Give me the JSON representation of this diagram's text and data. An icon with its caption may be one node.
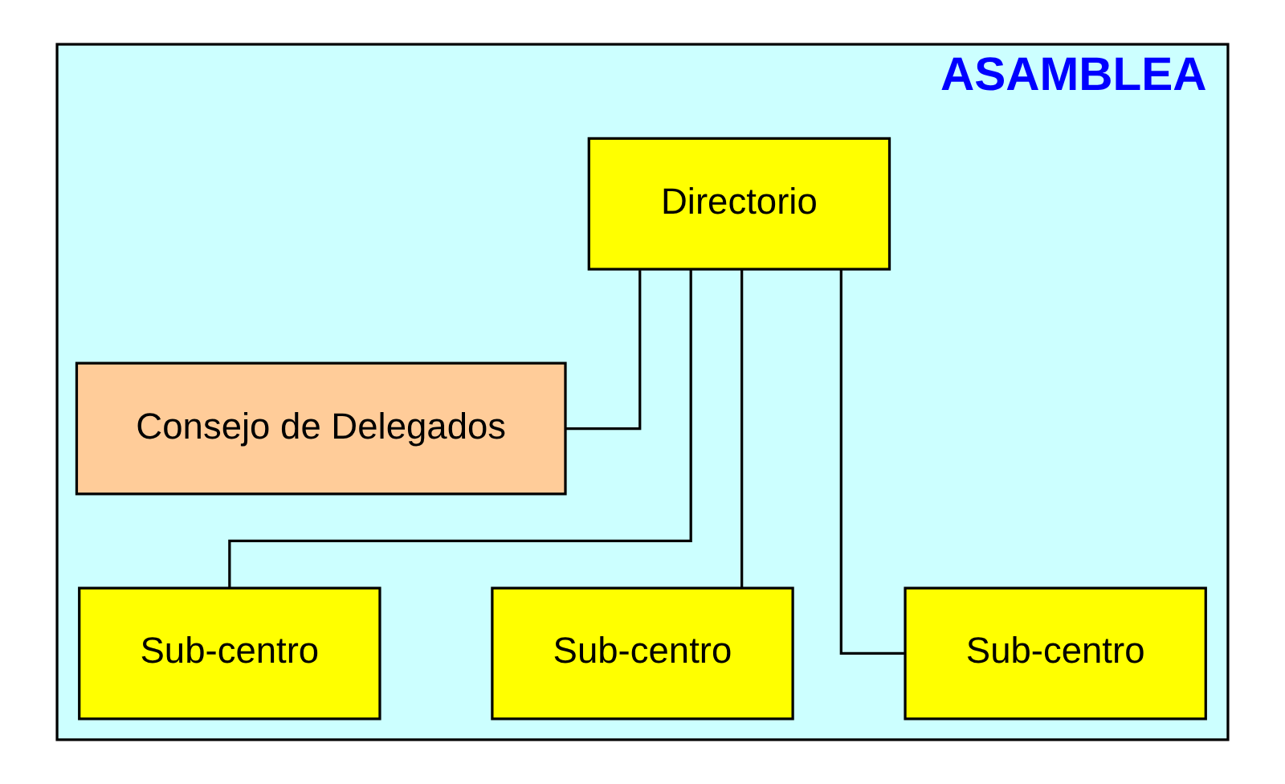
{
  "diagram": {
    "nodes": [
      {
        "text": [
          "ASAMBLEA"
        ]
      },
      {
        "text": [
          "Directorio"
        ],
        "in": 0
      },
      {
        "text": [
          "Consejo de Delegados"
        ],
        "in": 0
      },
      {
        "text": [
          "Sub-centro"
        ],
        "in": 0
      },
      {
        "text": [
          "Sub-centro"
        ],
        "in": 0
      },
      {
        "text": [
          "Sub-centro"
        ],
        "in": 0
      }
    ],
    "edges": [
      {
        "from": 1,
        "to": 2,
        "arrow": "none"
      },
      {
        "from": 1,
        "to": 3,
        "arrow": "none"
      },
      {
        "from": 1,
        "to": 4,
        "arrow": "none"
      },
      {
        "from": 1,
        "to": 5,
        "arrow": "none"
      }
    ]
  }
}
